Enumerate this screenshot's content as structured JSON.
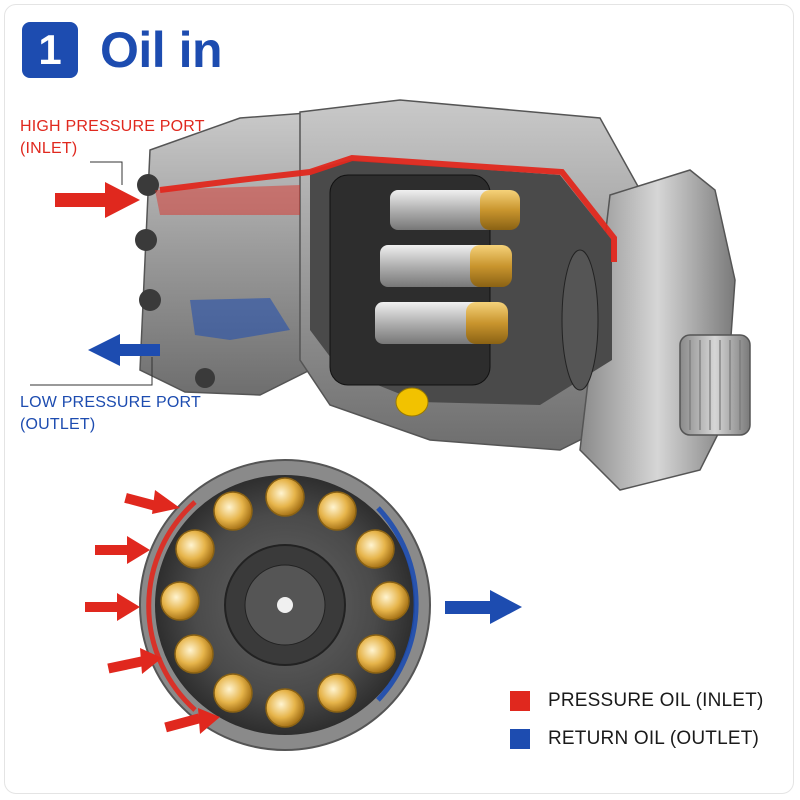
{
  "header": {
    "step_number": "1",
    "title": "Oil in"
  },
  "labels": {
    "high_pressure_line1": "HIGH PRESSURE PORT",
    "high_pressure_line2": "(INLET)",
    "low_pressure_line1": "LOW PRESSURE PORT",
    "low_pressure_line2": "(OUTLET)"
  },
  "legend": {
    "items": [
      {
        "label": "PRESSURE OIL (INLET)",
        "color": "#e0281e"
      },
      {
        "label": "RETURN OIL (OUTLET)",
        "color": "#1d4cb0"
      }
    ]
  },
  "colors": {
    "pressure": "#e0281e",
    "return": "#1d4cb0",
    "accent": "#1d4cb0"
  }
}
